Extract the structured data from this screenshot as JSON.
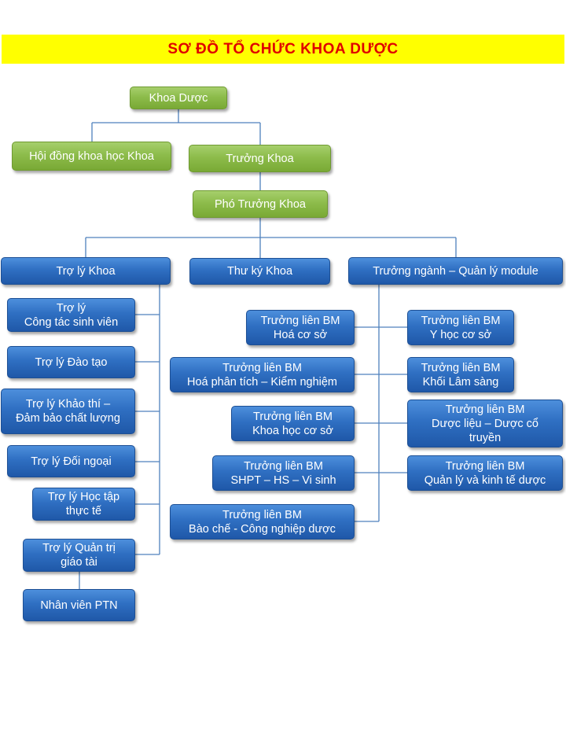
{
  "title": "SƠ ĐỒ TỔ CHỨC KHOA DƯỢC",
  "colors": {
    "title_bg": "#ffff00",
    "title_text": "#e00000",
    "green_node": "#8dbc4b",
    "blue_node": "#2f6fc2",
    "connector": "#4f81bd"
  },
  "nodes": {
    "khoa_duoc": "Khoa Dược",
    "hoi_dong": "Hội đồng khoa học Khoa",
    "truong_khoa": "Trưởng Khoa",
    "pho_truong_khoa": "Phó Trưởng Khoa",
    "tro_ly_khoa": "Trợ lý Khoa",
    "thu_ky_khoa": "Thư ký Khoa",
    "truong_nganh": "Trưởng ngành  – Quản lý module",
    "tl_cong_tac_sv": "Trợ lý\nCông tác sinh viên",
    "tl_dao_tao": "Trợ lý Đào tạo",
    "tl_khao_thi": "Trợ lý Khảo thí  –\nĐảm bảo chất lượng",
    "tl_doi_ngoai": "Trợ lý Đối ngoại",
    "tl_hoc_tap": "Trợ lý Học tập\nthực tế",
    "tl_quan_tri": "Trợ lý Quản trị\ngiáo tài",
    "nv_ptn": "Nhân viên PTN",
    "bm_hoa_co_so": "Trưởng liên BM\nHoá cơ sở",
    "bm_hoa_phan_tich": "Trưởng liên BM\nHoá phân tích  – Kiểm nghiệm",
    "bm_khoa_hoc_co_so": "Trưởng liên BM\nKhoa học cơ sở",
    "bm_shpt": "Trưởng liên BM\nSHPT – HS – Vi sinh",
    "bm_bao_che": "Trưởng liên BM\nBào chế - Công nghiệp dược",
    "bm_y_hoc_co_so": "Trưởng liên BM\nY học cơ sở",
    "bm_khoi_lam_sang": "Trưởng liên BM\nKhối Lâm sàng",
    "bm_duoc_lieu": "Trưởng liên BM\nDược liệu – Dược cổ\ntruyền",
    "bm_quan_ly_kinh_te": "Trưởng liên BM\nQuản lý và kinh tế dược"
  }
}
